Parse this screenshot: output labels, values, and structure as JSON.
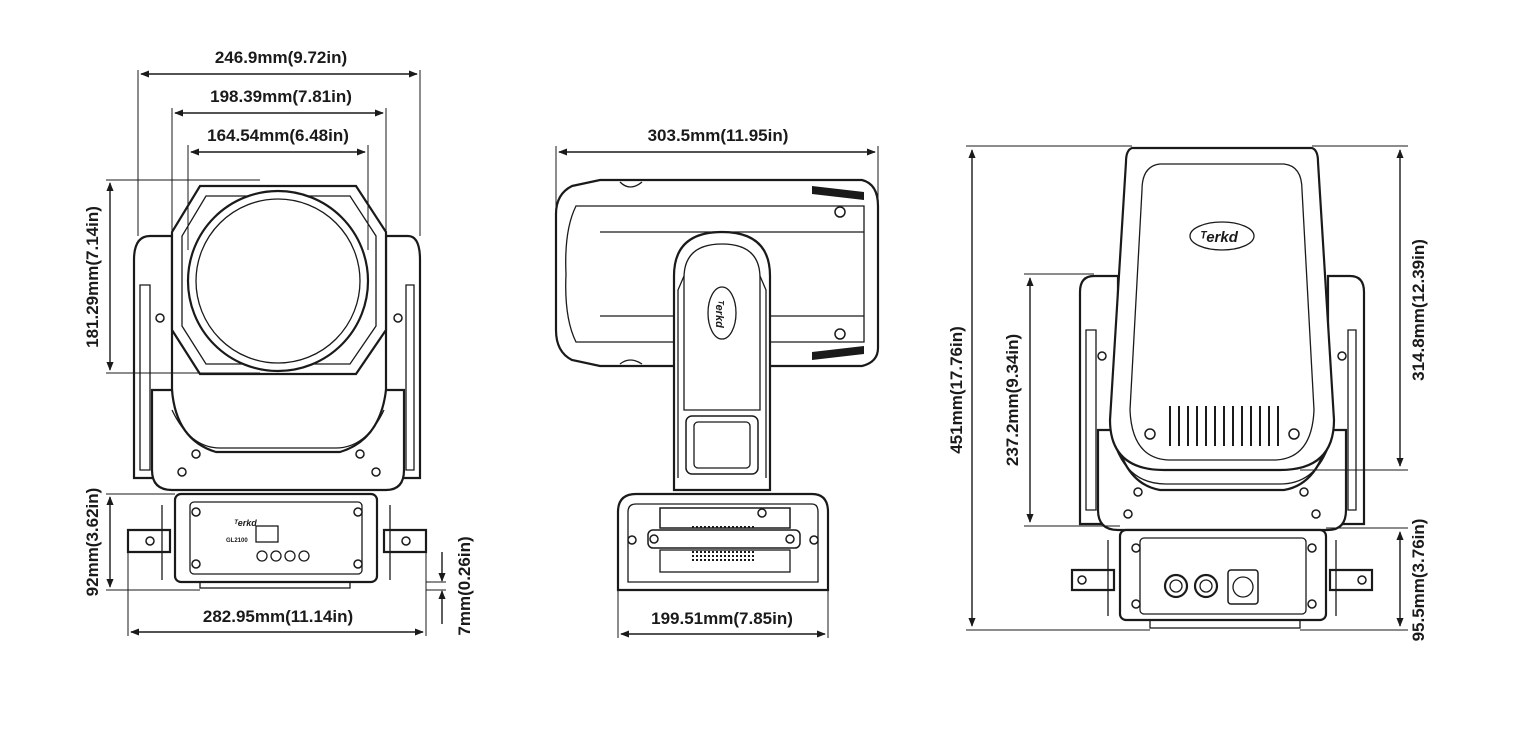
{
  "front_view": {
    "width_outer": "246.9mm(9.72in)",
    "width_middle": "198.39mm(7.81in)",
    "width_lens": "164.54mm(6.48in)",
    "head_height": "181.29mm(7.14in)",
    "base_height": "92mm(3.62in)",
    "foot_height": "7mm(0.26in)",
    "base_width": "282.95mm(11.14in)",
    "panel_model": "GL2100"
  },
  "side_view": {
    "head_length": "303.5mm(11.95in)",
    "base_depth": "199.51mm(7.85in)"
  },
  "rear_view": {
    "total_height": "451mm(17.76in)",
    "arm_height": "237.2mm(9.34in)",
    "head_height": "314.8mm(12.39in)",
    "base_height": "95.5mm(3.76in)"
  },
  "colors": {
    "line": "#1a1a1a",
    "background": "#ffffff"
  }
}
